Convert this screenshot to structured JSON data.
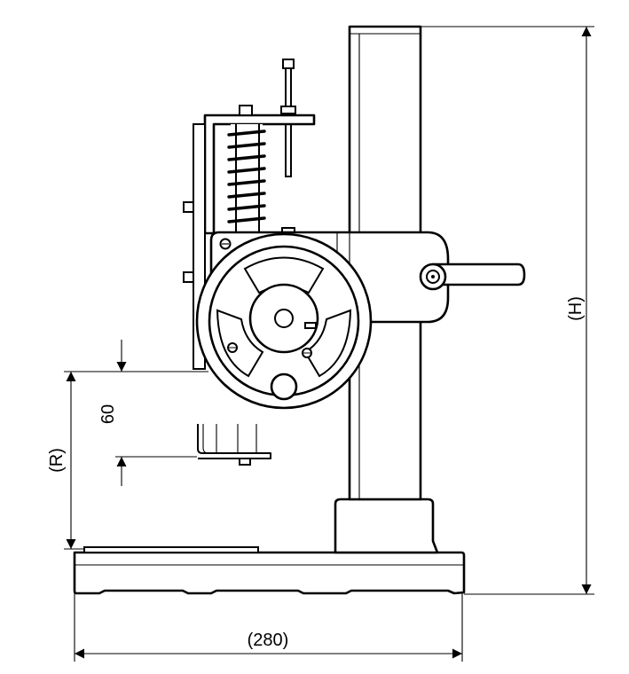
{
  "dimensions": {
    "height": "(H)",
    "reach": "(R)",
    "stroke": "60",
    "base_width": "(280)"
  }
}
